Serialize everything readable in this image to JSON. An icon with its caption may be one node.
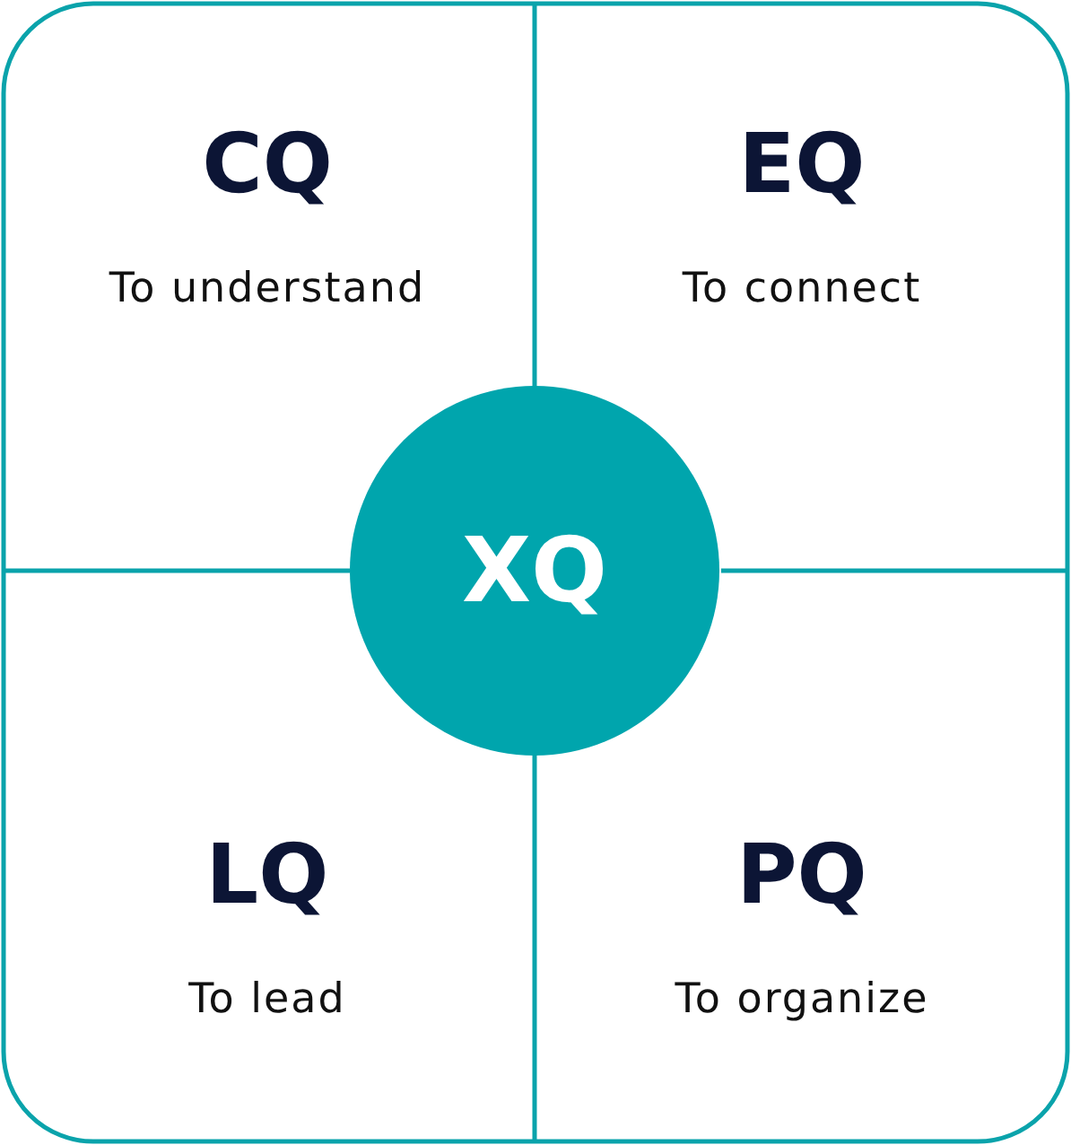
{
  "diagram": {
    "nodes": [
      {
        "text": [
          "CQ",
          "To understand"
        ]
      },
      {
        "text": [
          "EQ",
          "To connect"
        ]
      },
      {
        "text": [
          "LQ",
          "To lead"
        ]
      },
      {
        "text": [
          "PQ",
          "To organize"
        ]
      },
      {
        "text": [
          "XQ"
        ]
      }
    ]
  }
}
